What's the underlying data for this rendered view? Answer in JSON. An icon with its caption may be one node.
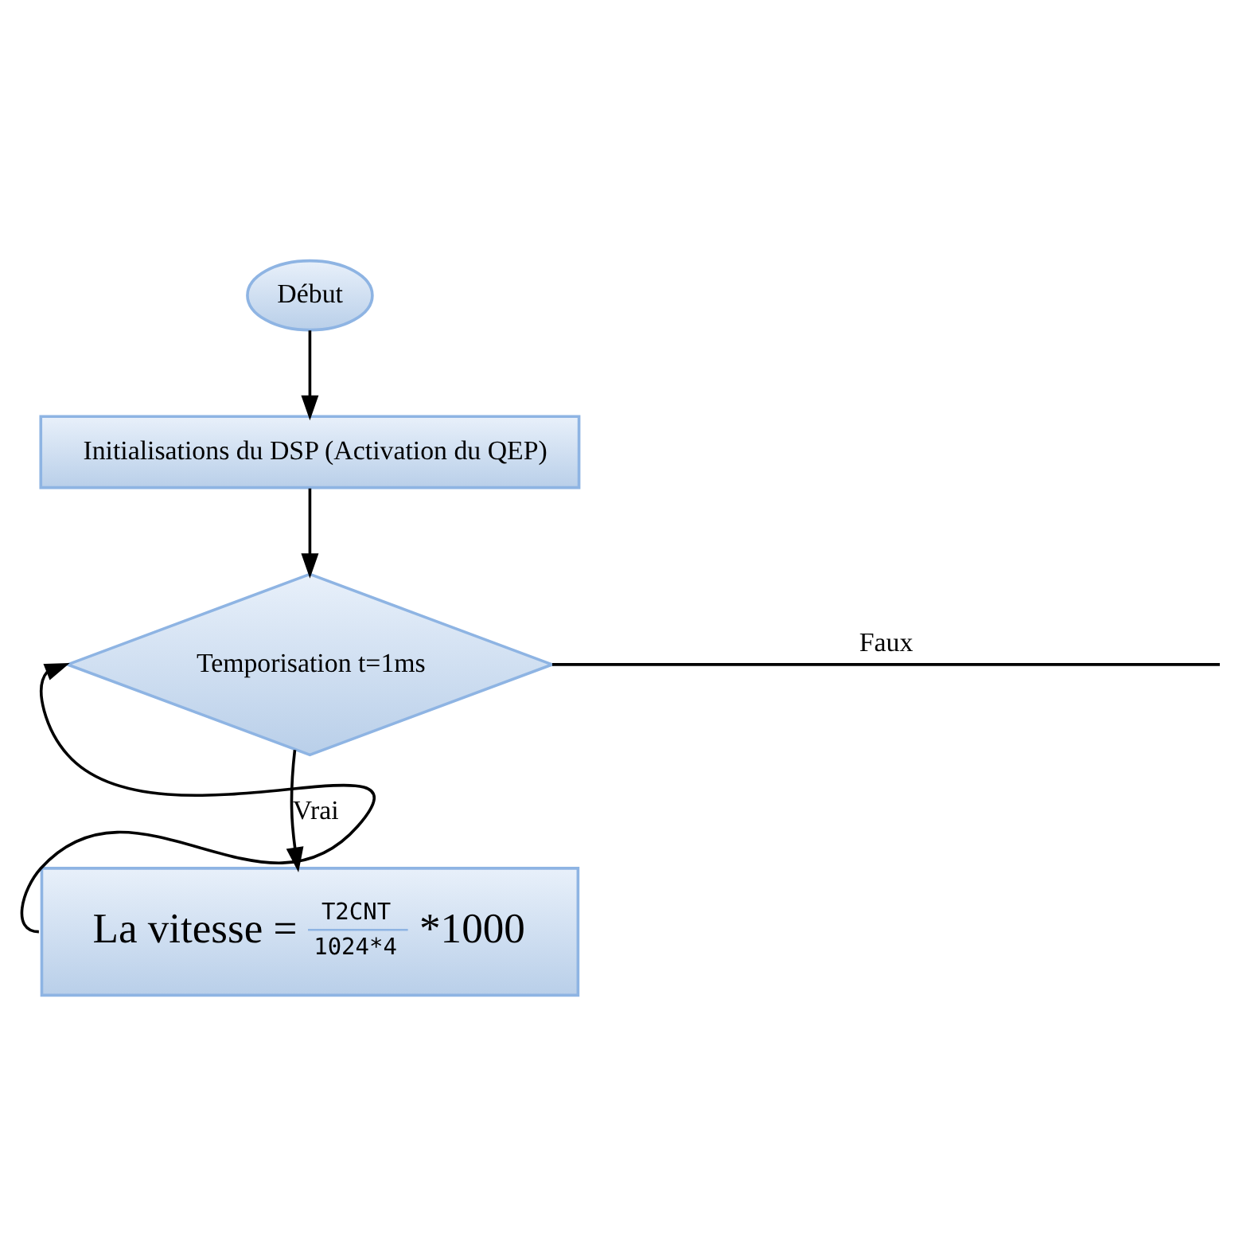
{
  "diagram": {
    "nodes": [
      {
        "text": [
          "Début"
        ]
      },
      {
        "text": [
          "Initialisations du DSP (Activation du QEP)"
        ]
      },
      {
        "text": [
          "Temporisation t=1ms"
        ]
      },
      {
        "text": [
          "La vitesse =",
          "T2CNT",
          "1024*4",
          "*1000"
        ]
      }
    ],
    "edges": [
      {
        "from": 0,
        "to": 1,
        "arrow": "to"
      },
      {
        "from": 1,
        "to": 2,
        "arrow": "to"
      },
      {
        "from": 2,
        "to": 3,
        "arrow": "to",
        "label": "Vrai"
      },
      {
        "from": 3,
        "to": 2,
        "arrow": "to"
      },
      {
        "from": 2,
        "to": null,
        "arrow": "none",
        "label": "Faux"
      }
    ]
  }
}
